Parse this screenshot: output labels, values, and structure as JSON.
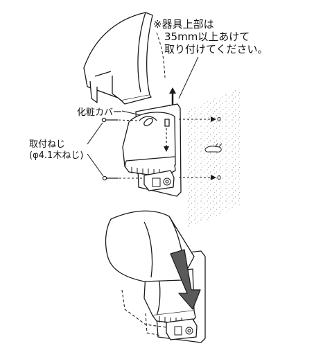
{
  "labels": {
    "note_line1": "※器具上部は",
    "note_line2": "35mm以上あけて",
    "note_line3": "取り付けてください。",
    "cover": "化粧カバー",
    "screw_line1": "取付ねじ",
    "screw_line2": "(φ4.1木ねじ)"
  },
  "colors": {
    "line": "#1a1a1a",
    "wall_speckle": "#555555",
    "arrow_fill": "#555555",
    "paper": "#ffffff"
  }
}
